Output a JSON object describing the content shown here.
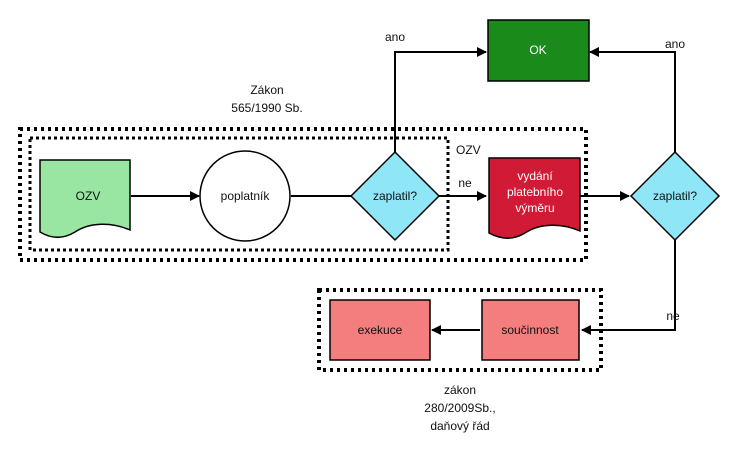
{
  "nodes": {
    "ozv_doc": "OZV",
    "poplatnik": "poplatník",
    "zaplatil_1": "zaplatil?",
    "vydani": [
      "vydání",
      "platebního",
      "výměru"
    ],
    "ok": "OK",
    "zaplatil_2": "zaplatil?",
    "soucinnost": "součinnost",
    "exekuce": "exekuce"
  },
  "edge_labels": {
    "ano_1": "ano",
    "ano_2": "ano",
    "ne_1": "ne",
    "ne_2": "ne"
  },
  "groups": {
    "zakon_565": [
      "Zákon",
      "565/1990 Sb."
    ],
    "ozv": "OZV",
    "zakon_280": [
      "zákon",
      "280/2009Sb.,",
      "daňový řád"
    ]
  },
  "colors": {
    "ozv_fill": "#99e6a3",
    "vydani_fill": "#d11a35",
    "ok_fill": "#1a8a1a",
    "diamond_fill": "#8ee6f7",
    "box_fill": "#f47d7d"
  }
}
